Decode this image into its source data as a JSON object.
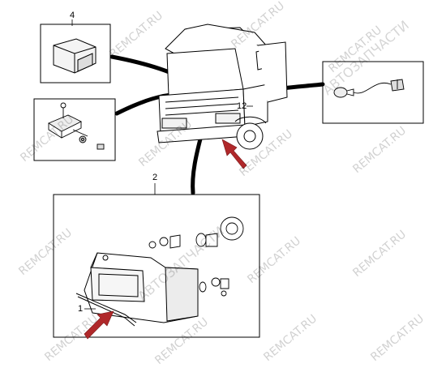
{
  "diagram": {
    "callouts": {
      "part1": "1",
      "part2": "2",
      "part4": "4",
      "part12": "12"
    },
    "watermark_text": "REMCAT.RU",
    "watermark_top_right": "АВТОЗАПЧАСТИ",
    "watermark_center": "АВТОЗАПЧАСТИ",
    "arrow_color": "#b0282a"
  }
}
